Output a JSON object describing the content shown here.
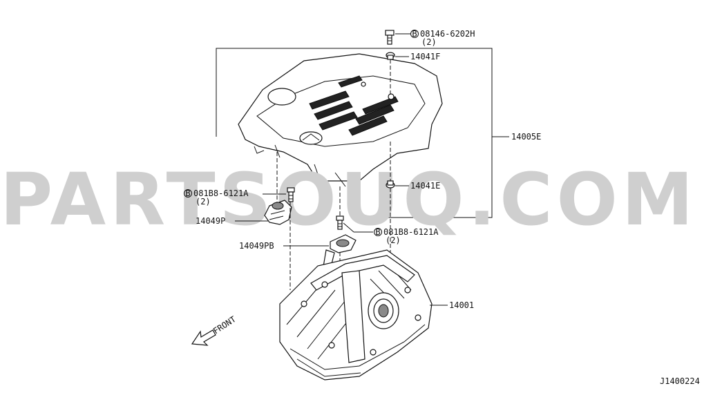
{
  "watermark": "PARTSOUQ.COM",
  "diagram_code": "J1400224",
  "direction_label": "FRONT",
  "parts": {
    "bolt_top": {
      "prefix": "B",
      "number": "08146-6202H",
      "qty": "(2)"
    },
    "grommet_top": {
      "number": "14041F"
    },
    "engine_cover": {
      "number": "14005E"
    },
    "grommet_bottom": {
      "number": "14041E"
    },
    "bolt_left": {
      "prefix": "B",
      "number": "081B8-6121A",
      "qty": "(2)"
    },
    "bracket_left": {
      "number": "14049P"
    },
    "bolt_mid": {
      "prefix": "B",
      "number": "081B8-6121A",
      "qty": "(2)"
    },
    "bracket_mid": {
      "number": "14049PB"
    },
    "intake_manifold": {
      "number": "14001"
    }
  }
}
